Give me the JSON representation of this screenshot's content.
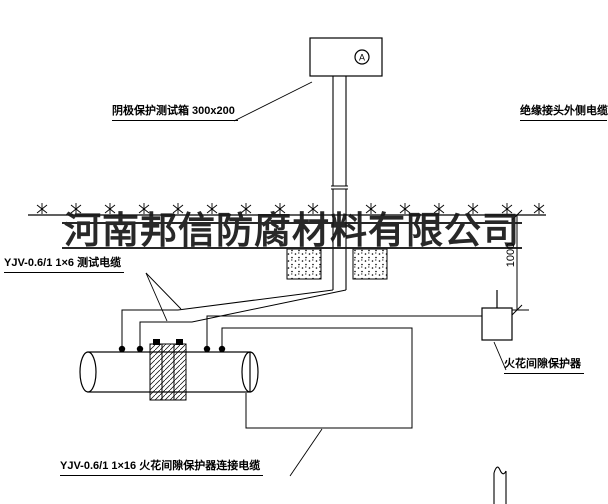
{
  "colors": {
    "line": "#000000",
    "background": "#ffffff",
    "watermark": "#161616"
  },
  "watermark": {
    "text": "河南邦信防腐材料有限公司"
  },
  "test_box": {
    "meter_symbol": "A"
  },
  "labels": {
    "test_box": "阴极保护测试箱 300x200",
    "outer_cable": "绝缘接头外侧电缆",
    "test_cable": "YJV-0.6/1 1×6  测试电缆",
    "spark_gap_protector": "火花间隙保护器",
    "connection_cable": "YJV-0.6/1 1×16  火花间隙保护器连接电缆"
  },
  "dimensions": {
    "burial_depth": "1000"
  }
}
